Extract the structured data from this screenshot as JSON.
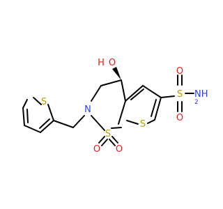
{
  "colors": {
    "bond": "#000000",
    "sulfur": "#b8a200",
    "oxygen": "#e0201b",
    "nitrogen": "#2840e8"
  },
  "atoms": {
    "oh": {
      "symbol": "O",
      "h": "H"
    },
    "n_ring": {
      "symbol": "N"
    },
    "s_ring_sulfonyl": {
      "symbol": "S"
    },
    "s_thiophene_core": {
      "symbol": "S"
    },
    "s_thiophene_side": {
      "symbol": "S"
    },
    "s_sulfonamide": {
      "symbol": "S"
    },
    "o_sulfonamide_top": {
      "symbol": "O"
    },
    "o_sulfonamide_bottom": {
      "symbol": "O"
    },
    "o_sulfonyl_left": {
      "symbol": "O"
    },
    "o_sulfonyl_right": {
      "symbol": "O"
    },
    "nh2": {
      "symbol": "NH",
      "sub": "2"
    }
  }
}
